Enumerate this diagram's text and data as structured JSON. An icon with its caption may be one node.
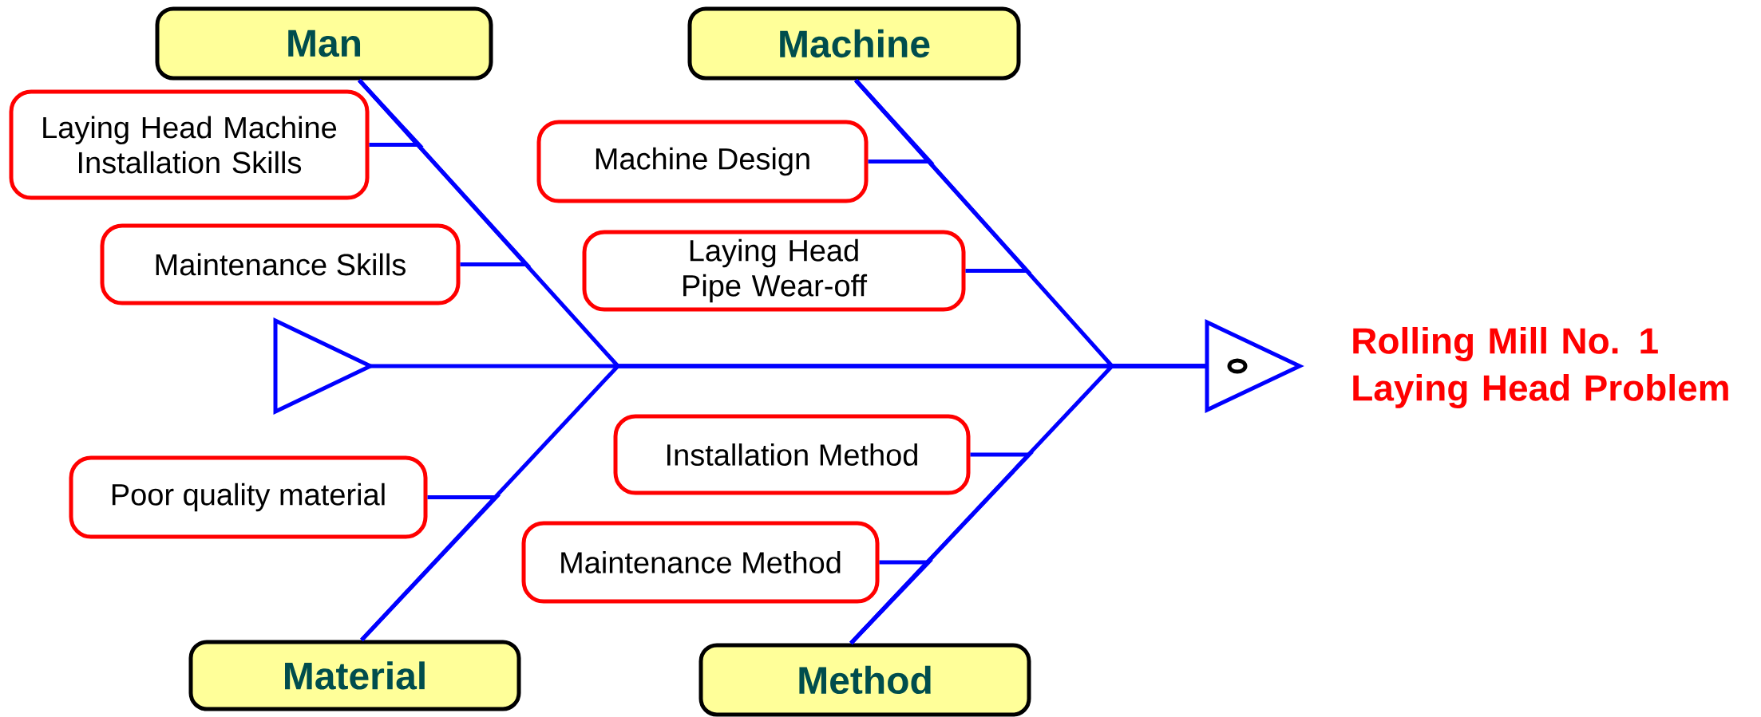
{
  "diagram": {
    "nodes": [
      {
        "text": [
          "Man"
        ]
      },
      {
        "text": [
          "Machine"
        ]
      },
      {
        "text": [
          "Material"
        ]
      },
      {
        "text": [
          "Method"
        ]
      },
      {
        "text": [
          "Laying Head Machine Installation Skills"
        ]
      },
      {
        "text": [
          "Maintenance Skills"
        ]
      },
      {
        "text": [
          "Poor quality material"
        ]
      },
      {
        "text": [
          "Machine Design"
        ]
      },
      {
        "text": [
          "Laying Head Pipe Wear-off"
        ]
      },
      {
        "text": [
          "Installation Method"
        ]
      },
      {
        "text": [
          "Maintenance Method"
        ]
      },
      {
        "text": [],
        "shape": "triangle"
      },
      {
        "text": [],
        "shape": "triangle",
        "beside": [
          "Rolling Mill No. 1 Laying Head Problem"
        ]
      }
    ],
    "edges": [
      {
        "from": 4,
        "to": 0,
        "arrow": "none"
      },
      {
        "from": 5,
        "to": 0,
        "arrow": "none"
      },
      {
        "from": 6,
        "to": 2,
        "arrow": "none"
      },
      {
        "from": 7,
        "to": 1,
        "arrow": "none"
      },
      {
        "from": 8,
        "to": 1,
        "arrow": "none"
      },
      {
        "from": 9,
        "to": 3,
        "arrow": "none"
      },
      {
        "from": 10,
        "to": 3,
        "arrow": "none"
      },
      {
        "from": 0,
        "to": 12,
        "arrow": "none"
      },
      {
        "from": 1,
        "to": 12,
        "arrow": "none"
      },
      {
        "from": 2,
        "to": 12,
        "arrow": "none"
      },
      {
        "from": 3,
        "to": 12,
        "arrow": "none"
      },
      {
        "from": 11,
        "to": 12,
        "arrow": "none"
      }
    ]
  }
}
